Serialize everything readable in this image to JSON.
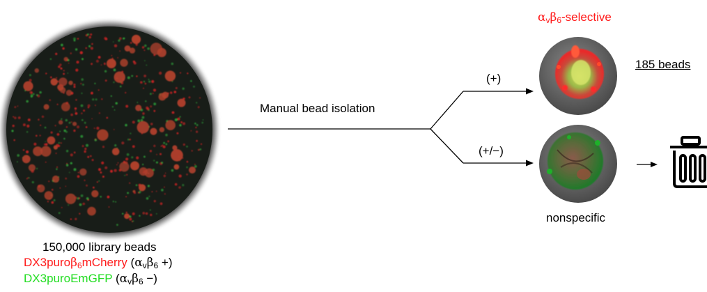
{
  "center_label": "Manual bead isolation",
  "branch_plus": "(+)",
  "branch_plusminus": "(+/−)",
  "selective_title": {
    "alpha": "α",
    "v": "v",
    "beta": "β",
    "six": "6",
    "suffix": "-selective"
  },
  "count_label": "185 beads",
  "nonspecific_label": "nonspecific",
  "library_label": "150,000 library beads",
  "red_cell": {
    "name_start": "DX3puro",
    "beta": "β",
    "six": "6",
    "name_end": "mCherry",
    "paren_open": " (",
    "alpha": "α",
    "v": "v",
    "beta2": "β",
    "six2": "6",
    "paren_close": " +)"
  },
  "green_cell": {
    "name": "DX3puroEmGFP",
    "paren_open": " (",
    "alpha": "α",
    "v": "v",
    "beta": "β",
    "six": "6",
    "paren_close": " −)"
  },
  "icons": [
    "library-beads-micrograph",
    "selective-bead-micrograph",
    "nonspecific-bead-micrograph",
    "trash-icon"
  ],
  "colors": {
    "red": "#ff1a1a",
    "green": "#22dd22"
  }
}
